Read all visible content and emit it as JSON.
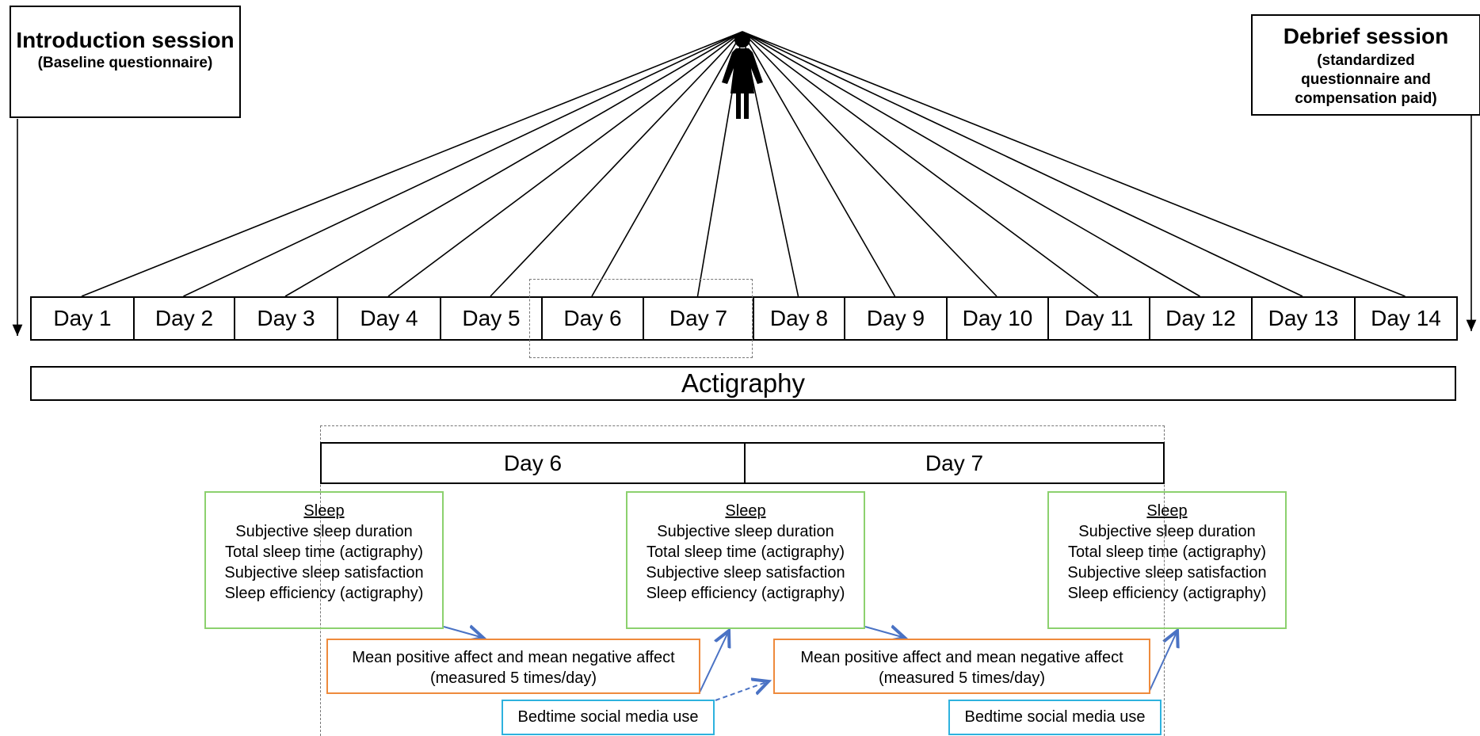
{
  "intro": {
    "title": "Introduction session",
    "subtitle": "(Baseline questionnaire)"
  },
  "debrief": {
    "title": "Debrief session",
    "subtitle": "(standardized questionnaire and compensation paid)"
  },
  "days": [
    "Day 1",
    "Day 2",
    "Day 3",
    "Day 4",
    "Day 5",
    "Day 6",
    "Day 7",
    "Day 8",
    "Day 9",
    "Day 10",
    "Day 11",
    "Day 12",
    "Day 13",
    "Day 14"
  ],
  "actigraphy": "Actigraphy",
  "zoom": {
    "day_a": "Day 6",
    "day_b": "Day 7"
  },
  "sleep": {
    "title": "Sleep",
    "items": [
      "Subjective sleep duration",
      "Total sleep time (actigraphy)",
      "Subjective sleep satisfaction",
      "Sleep efficiency (actigraphy)"
    ]
  },
  "affect": {
    "line1": "Mean positive affect and mean negative affect",
    "line2": "(measured 5 times/day)"
  },
  "social": "Bedtime social media use",
  "colors": {
    "sleep_border": "#8cd16e",
    "affect_border": "#ee8a3c",
    "social_border": "#2eb2de",
    "arrow": "#4a72c4"
  },
  "icons": {
    "participant": "person-icon"
  }
}
